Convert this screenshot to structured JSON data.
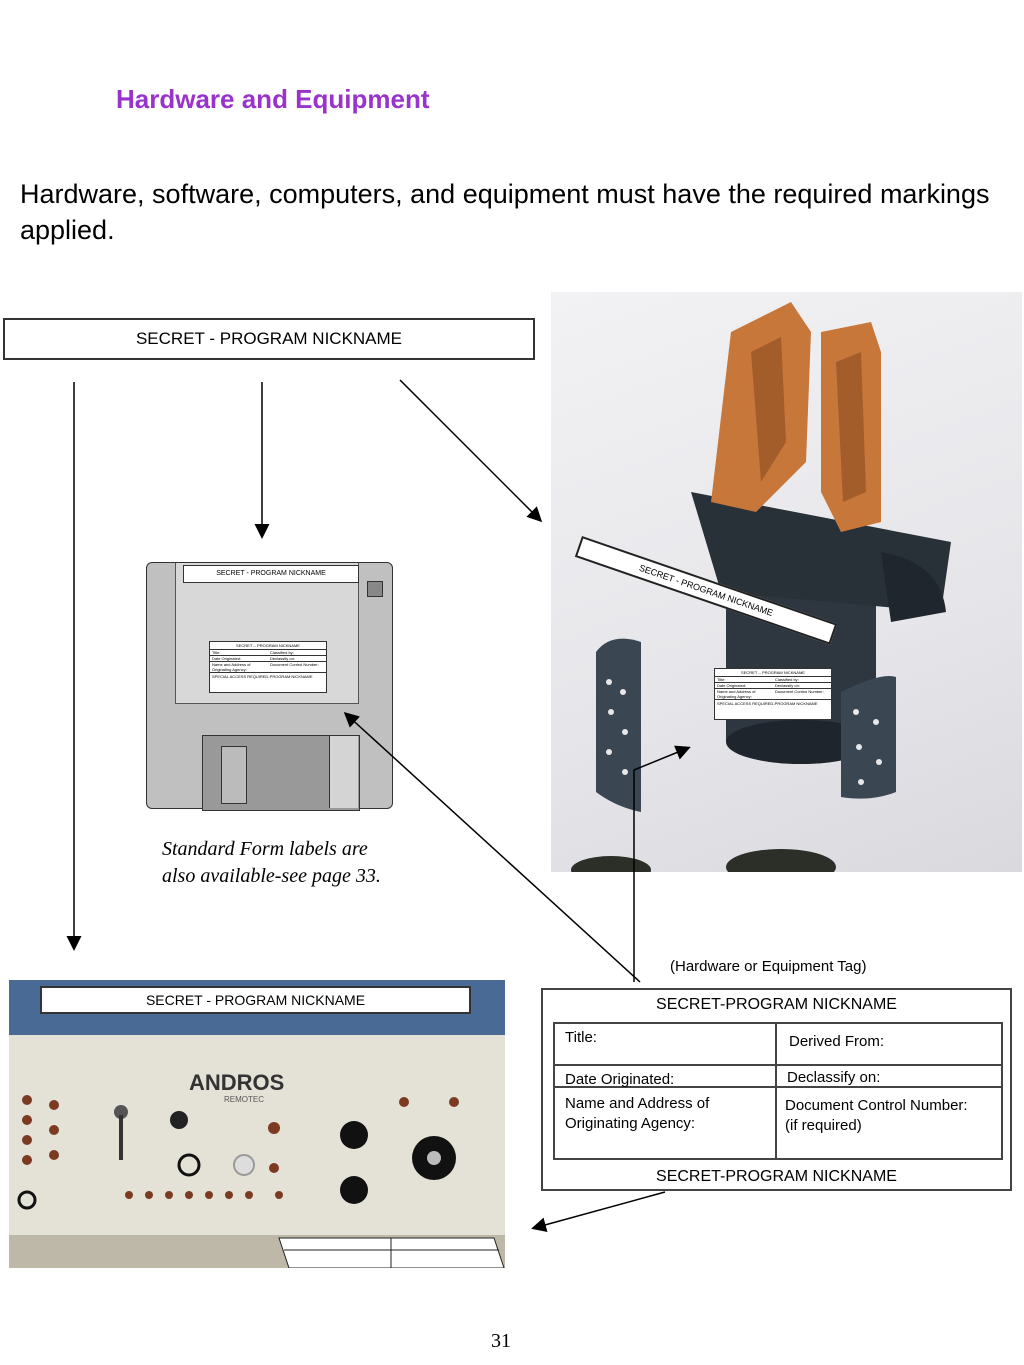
{
  "title": "Hardware and Equipment",
  "intro": "Hardware, software, computers, and equipment must have the required markings applied.",
  "banner_top": "SECRET - PROGRAM NICKNAME",
  "floppy": {
    "banner": "SECRET  -  PROGRAM  NICKNAME",
    "tag": {
      "head": "SECRET -- PROGRAM NICKNAME",
      "title": "Title:",
      "classified_by": "Classified by:",
      "date_originated": "Date Originated:",
      "declassify": "Declassify on:",
      "name_address": "Name and Address of Originating Agency:",
      "doc_control": "Document Control Number:",
      "foot": "SPECIAL ACCESS REQUIRED-PROGRAM NICKNAME"
    }
  },
  "caption": [
    "Standard Form labels are",
    "also available-see page 33."
  ],
  "gripper": {
    "banner": "SECRET - PROGRAM  NICKNAME",
    "tag": {
      "head": "SECRET -- PROGRAM NICKNAME",
      "title": "Title:",
      "classified_by": "Classified by:",
      "date_originated": "Date Originated:",
      "declassify": "Declassify on:",
      "name_address": "Name and Address of Originating Agency:",
      "doc_control": "Document Control Number:",
      "foot": "SPECIAL ACCESS REQUIRED-PROGRAM NICKNAME"
    }
  },
  "panel": {
    "banner": "SECRET - PROGRAM  NICKNAME",
    "brand": "ANDROS",
    "sub": "REMOTEC"
  },
  "tag": {
    "caption": "(Hardware or Equipment Tag)",
    "head": "SECRET-PROGRAM NICKNAME",
    "title": "Title:",
    "derived_from": "Derived From:",
    "date_originated": "Date Originated:",
    "declassify": "Declassify on:",
    "name_address_1": "Name and Address of",
    "name_address_2": "Originating Agency:",
    "doc_control_1": "Document Control Number:",
    "doc_control_2": "(if required)",
    "foot": "SECRET-PROGRAM NICKNAME"
  },
  "page_number": "31",
  "colors": {
    "title": "#9933cc",
    "gripper_orange": "#c8773a",
    "panel_blue": "#3c5a86"
  }
}
